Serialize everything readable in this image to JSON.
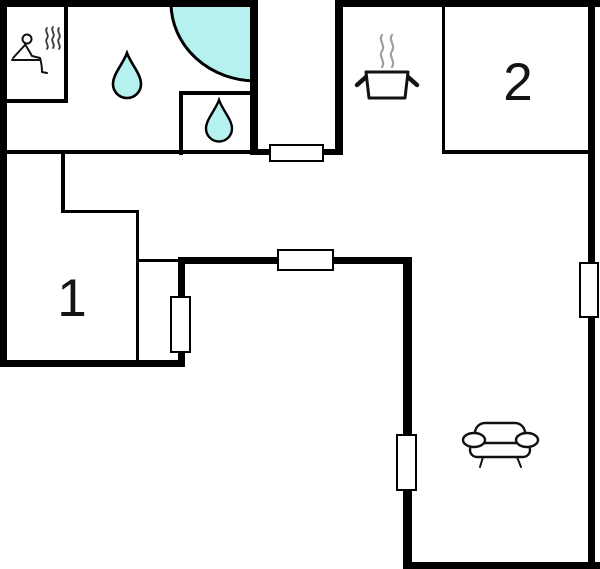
{
  "plan": {
    "rooms": [
      {
        "id": "room-1",
        "number": "1"
      },
      {
        "id": "room-2",
        "number": "2"
      }
    ],
    "colors": {
      "background": "#ffffff",
      "walls": "#000000",
      "water": "#b5f1ef",
      "steam": "#9e9e9e",
      "icon_line": "#111111"
    },
    "icons": [
      "sauna-icon",
      "corner-shower-icon",
      "water-drop-icon",
      "water-drop-icon",
      "cooking-pot-icon",
      "sofa-icon",
      "window-symbol",
      "window-symbol",
      "window-symbol",
      "door-symbol",
      "door-symbol"
    ]
  }
}
